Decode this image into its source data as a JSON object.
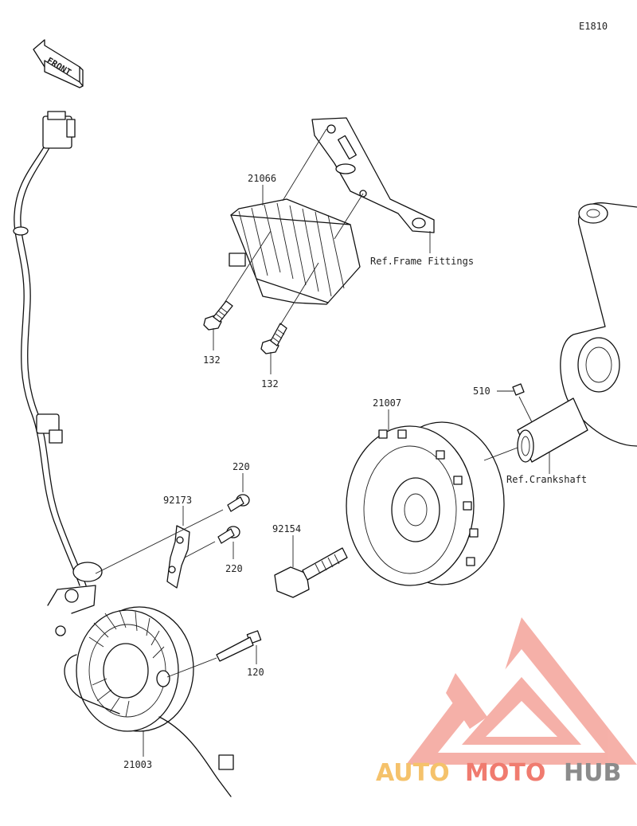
{
  "diagram": {
    "code": "E1810",
    "front_label": "FRONT",
    "parts": [
      {
        "number": "21066"
      },
      {
        "number": "132"
      },
      {
        "number": "132"
      },
      {
        "number": "21007"
      },
      {
        "number": "510"
      },
      {
        "number": "220"
      },
      {
        "number": "220"
      },
      {
        "number": "92173"
      },
      {
        "number": "92154"
      },
      {
        "number": "120"
      },
      {
        "number": "21003"
      }
    ],
    "references": [
      {
        "label": "Ref.Frame Fittings"
      },
      {
        "label": "Ref.Crankshaft"
      }
    ]
  },
  "watermark": {
    "part1": "AUTO",
    "part2": "MOTO",
    "part3": "HUB",
    "colors": {
      "part1": "#f5c26b",
      "part2": "#f07b6f",
      "part3": "#8b8b8b",
      "logo": "#f4a39a"
    }
  }
}
